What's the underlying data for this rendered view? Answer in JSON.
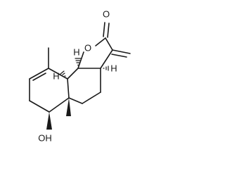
{
  "molecule": {
    "atom_labels": {
      "ring_oxygen": "O",
      "carbonyl_oxygen": "O",
      "hydroxyl": "OH",
      "h_top": "H",
      "h_right": "H",
      "h_left": "H"
    }
  }
}
